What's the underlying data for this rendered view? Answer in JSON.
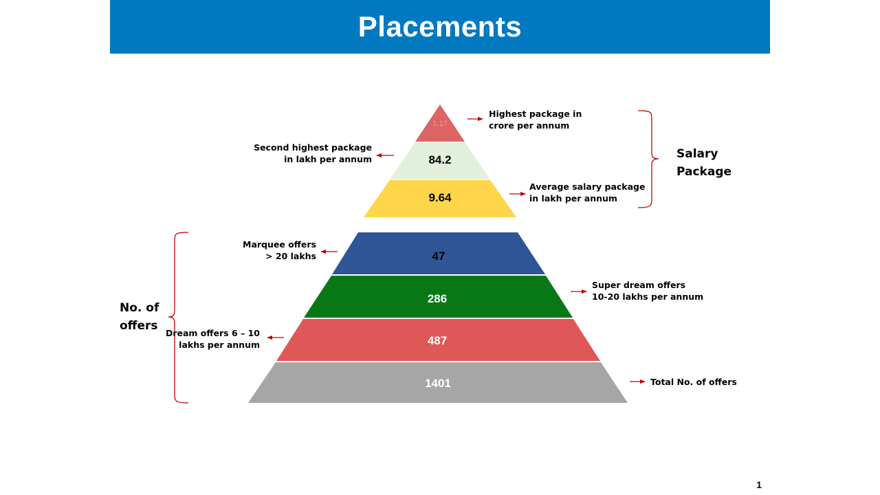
{
  "title": "Placements",
  "page_number": "1",
  "salary_pyramid": {
    "levels": [
      {
        "value": "1.17",
        "color": "#dd6464",
        "text_color": "#ee9a9a"
      },
      {
        "value": "84.2",
        "color": "#e2efdb",
        "text_color": "#000000"
      },
      {
        "value": "9.64",
        "color": "#ffd54a",
        "text_color": "#000000"
      }
    ]
  },
  "offers_pyramid": {
    "levels": [
      {
        "value": "47",
        "color": "#2f5597",
        "text_color": "#000000"
      },
      {
        "value": "286",
        "color": "#087817",
        "text_color": "#ffffff"
      },
      {
        "value": "487",
        "color": "#e05757",
        "text_color": "#ffffff"
      },
      {
        "value": "1401",
        "color": "#a6a6a6",
        "text_color": "#ffffff"
      }
    ]
  },
  "annotations": {
    "highest": "Highest package in\ncrore per annum",
    "second_highest": "Second highest package\nin lakh per annum",
    "average": "Average salary package\nin lakh per annum",
    "marquee": "Marquee offers\n> 20 lakhs",
    "super_dream": "Super dream offers\n10-20  lakhs per annum",
    "dream": "Dream offers 6 – 10\nlakhs per annum",
    "total": "Total No. of offers"
  },
  "groups": {
    "salary": "Salary\nPackage",
    "offers": "No. of\noffers"
  },
  "colors": {
    "title_bar": "#0079c1",
    "arrow": "#c00000",
    "bracket": "#c00000"
  }
}
